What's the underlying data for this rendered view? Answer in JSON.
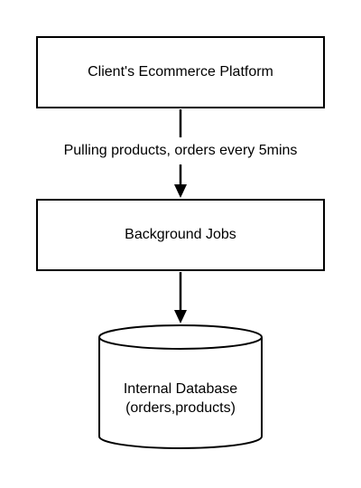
{
  "diagram": {
    "nodes": {
      "platform": {
        "label": "Client's Ecommerce Platform"
      },
      "jobs": {
        "label": "Background Jobs"
      },
      "database": {
        "line1": "Internal Database",
        "line2": "(orders,products)"
      }
    },
    "edges": {
      "platform_to_jobs": {
        "label": "Pulling products, orders every 5mins"
      },
      "jobs_to_database": {
        "label": ""
      }
    },
    "colors": {
      "stroke": "#000000",
      "fill": "#ffffff",
      "text": "#000000"
    }
  }
}
